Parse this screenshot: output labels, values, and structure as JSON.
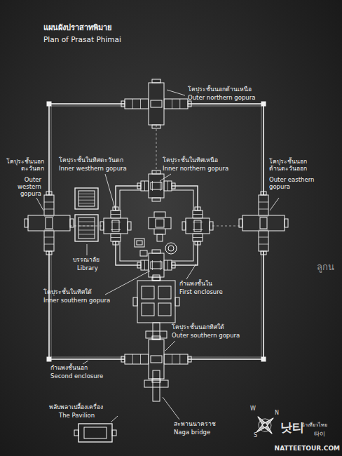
{
  "diagram": {
    "title": "แผนผังปราสาทพิมาย",
    "labels": [
      "Plan of Prasat Phimai",
      "โคปุระชั้นนอกด้านเหนือ",
      "Outer northern gopura",
      "โคปุระชั้นในทิศตะวันตก",
      "Inner westhern gopura",
      "โคปุระชั้นในทิศเหนือ",
      "Inner northern gopura",
      "โคปุระชั้นนอก ตะวันตก",
      "Outer western gopura",
      "โคปุระชั้นนอก ด้านตะวันออก",
      "Outer easthern gopura",
      "บรรณาลัย",
      "Library",
      "โคปุระชั้นในทิศใต้",
      "Inner southern gopura",
      "กำแพงชั้นใน",
      "First enclosure",
      "โคปุระชั้นนอกทิศใต้",
      "Outer southern gopura",
      "กำแพงชั้นนอก",
      "Second enclosure",
      "พลับพลาเปลื้องเครื่อง",
      "The Pavilion",
      "สะพานนาคราช",
      "Naga bridge",
      "ลูกน",
      "W",
      "S",
      "N",
      "낫티",
      "นำเที่ยวไทย",
      "타이",
      "NATTEETOUR.COM"
    ]
  }
}
